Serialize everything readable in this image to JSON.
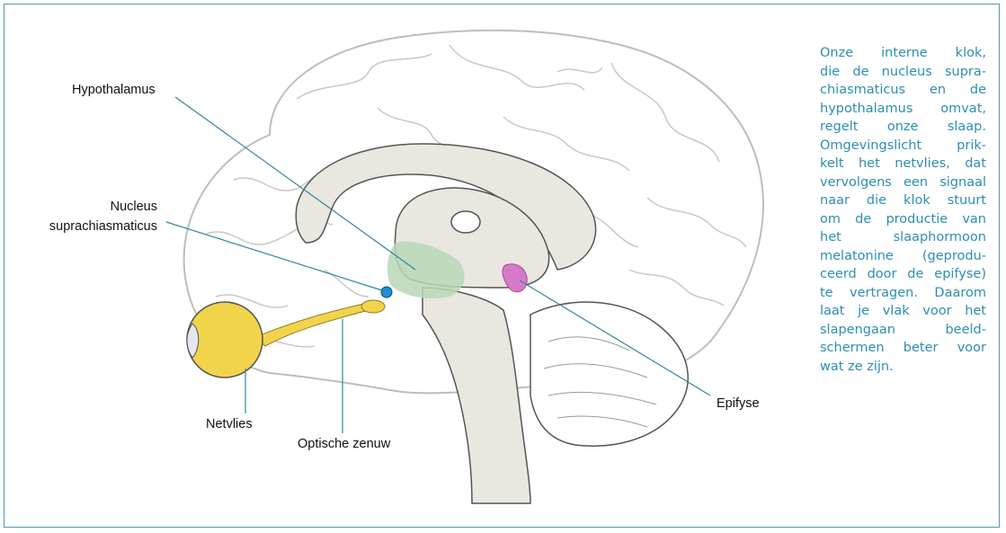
{
  "colors": {
    "frame": "#4e9bb3",
    "leader": "#2f86a4",
    "caption_text": "#2d8eb0",
    "brain_outline": "#bdbdbd",
    "brain_fill": "#ffffff",
    "midbrain_fill": "#e9e7df",
    "hypothalamus": "#b9d7b8",
    "scn_dot": "#1f8fd6",
    "epifyse": "#d67ac8",
    "eye_nerve": "#f2d44a"
  },
  "labels": {
    "hypothalamus": "Hypothalamus",
    "nucleus_line1": "Nucleus",
    "nucleus_line2": "suprachiasmaticus",
    "netvlies": "Netvlies",
    "optische_zenuw": "Optische zenuw",
    "epifyse": "Epifyse"
  },
  "caption": {
    "lines": [
      "Onze interne klok,",
      "die de nucleus supra-",
      "chiasmaticus en de",
      "hypothalamus omvat,",
      "regelt onze slaap.",
      "Omgevingslicht prik-",
      "kelt het netvlies, dat",
      "vervolgens een signaal",
      "naar die klok stuurt",
      "om de productie van",
      "het slaaphormoon",
      "melatonine (geprodu-",
      "ceerd door de epifyse)",
      "te vertragen. Daarom",
      "laat je vlak voor het",
      "slapengaan beeld-",
      "schermen beter voor",
      "wat ze zijn."
    ]
  }
}
